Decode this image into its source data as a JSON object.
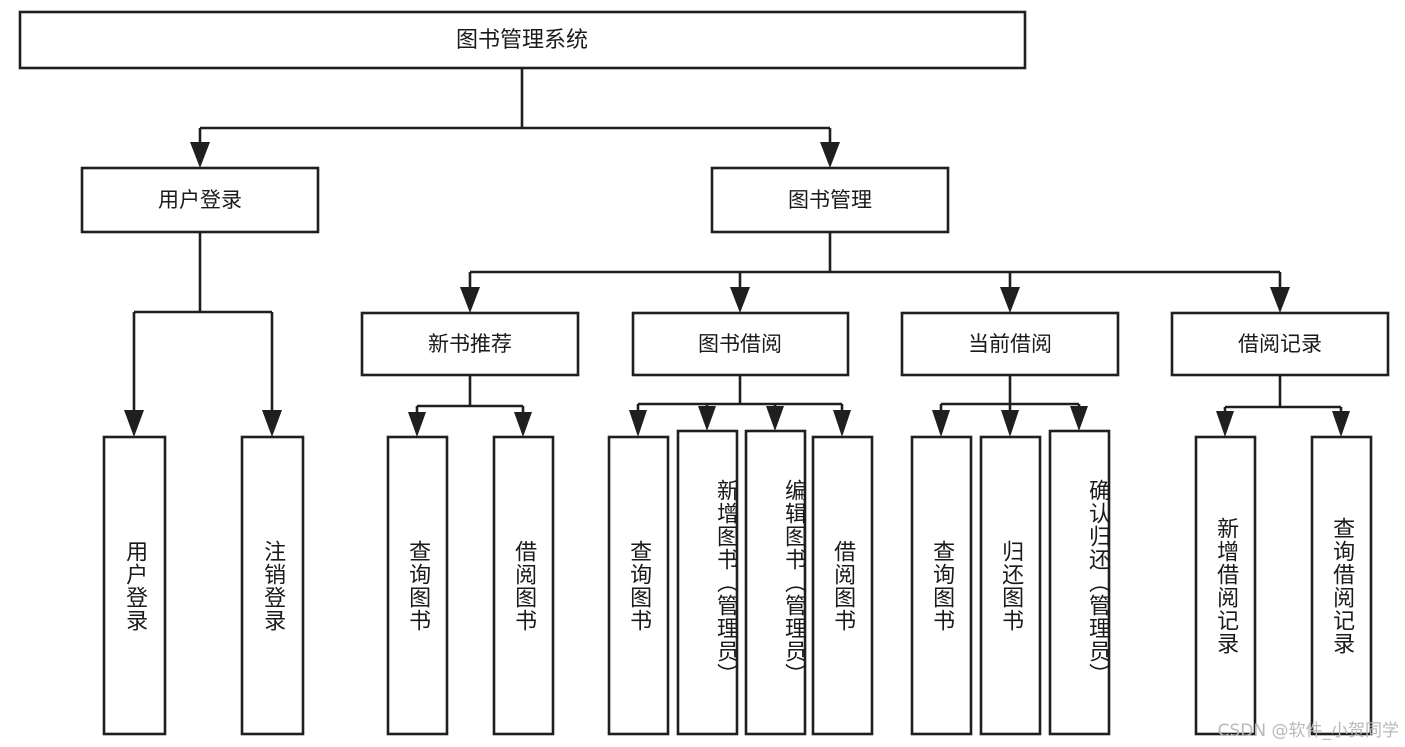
{
  "diagram": {
    "type": "tree-hierarchy",
    "title_node": {
      "label": "图书管理系统"
    },
    "level2": [
      {
        "id": "user-login",
        "label": "用户登录"
      },
      {
        "id": "book-management",
        "label": "图书管理"
      }
    ],
    "level3": [
      {
        "id": "new-book-recommend",
        "label": "新书推荐"
      },
      {
        "id": "book-borrow",
        "label": "图书借阅"
      },
      {
        "id": "current-borrow",
        "label": "当前借阅"
      },
      {
        "id": "borrow-record",
        "label": "借阅记录"
      }
    ],
    "leaves": {
      "user_login": [
        {
          "id": "leaf-user-login",
          "label": "用户登录"
        },
        {
          "id": "leaf-logout",
          "label": "注销登录"
        }
      ],
      "new_book_recommend": [
        {
          "id": "leaf-query-book-1",
          "label": "查询图书"
        },
        {
          "id": "leaf-borrow-book-1",
          "label": "借阅图书"
        }
      ],
      "book_borrow": [
        {
          "id": "leaf-query-book-2",
          "label": "查询图书"
        },
        {
          "id": "leaf-add-book",
          "label": "新增图书（管理员）"
        },
        {
          "id": "leaf-edit-book",
          "label": "编辑图书（管理员）"
        },
        {
          "id": "leaf-borrow-book-2",
          "label": "借阅图书"
        }
      ],
      "current_borrow": [
        {
          "id": "leaf-query-book-3",
          "label": "查询图书"
        },
        {
          "id": "leaf-return-book",
          "label": "归还图书"
        },
        {
          "id": "leaf-confirm-return",
          "label": "确认归还（管理员）"
        }
      ],
      "borrow_record": [
        {
          "id": "leaf-add-record",
          "label": "新增借阅记录"
        },
        {
          "id": "leaf-query-record",
          "label": "查询借阅记录"
        }
      ]
    }
  },
  "watermark": {
    "text": "CSDN @软件_小贺同学"
  },
  "colors": {
    "stroke": "#1f1f1f",
    "fill": "#ffffff",
    "text": "#1a1a1a",
    "watermark": "#b9b9b9"
  }
}
